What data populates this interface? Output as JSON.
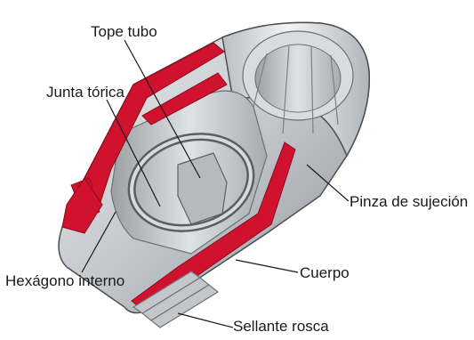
{
  "diagram": {
    "labels": {
      "tope_tubo": "Tope tubo",
      "junta_torica": "Junta tórica",
      "pinza_sujecion": "Pinza de sujeción",
      "hexagono_interno": "Hexágono interno",
      "cuerpo": "Cuerpo",
      "sellante_rosca": "Sellante rosca"
    },
    "colors": {
      "body_grey": "#c9cdd0",
      "light_grey": "#e6e8ea",
      "dark_grey": "#8f9499",
      "cut_red": "#d0122f",
      "outline": "#4a4f55",
      "leader": "#1a1a1a"
    }
  }
}
